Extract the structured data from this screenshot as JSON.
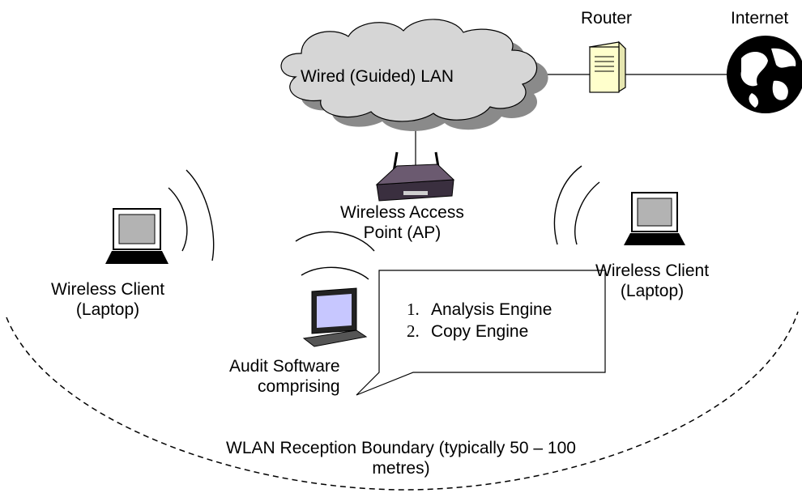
{
  "labels": {
    "router": "Router",
    "internet": "Internet",
    "cloud": "Wired (Guided) LAN",
    "ap_line1": "Wireless Access",
    "ap_line2": "Point (AP)",
    "client_left_line1": "Wireless Client",
    "client_left_line2": "(Laptop)",
    "client_right_line1": "Wireless Client",
    "client_right_line2": "(Laptop)",
    "audit_line1": "Audit Software",
    "audit_line2": "comprising",
    "boundary_line1": "WLAN Reception Boundary (typically 50 – 100",
    "boundary_line2": "metres)"
  },
  "callout_items": [
    {
      "num": "1.",
      "text": "Analysis Engine"
    },
    {
      "num": "2.",
      "text": "Copy Engine"
    }
  ],
  "colors": {
    "cloud_fill": "#d6d6d6",
    "cloud_shadow": "#8a8a8a",
    "router_fill": "#ffffcc",
    "laptop_screen": "#b3b3b3",
    "audit_screen": "#c7c7ff",
    "globe": "#000000"
  }
}
